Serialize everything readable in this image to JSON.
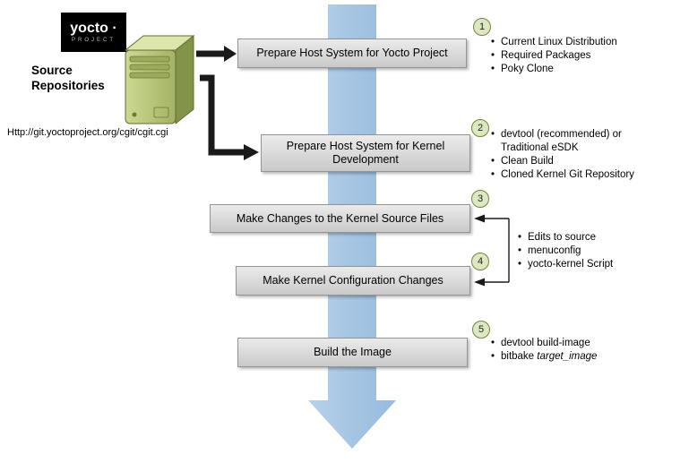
{
  "logo": {
    "brand": "yocto ·",
    "sub": "PROJECT"
  },
  "source": {
    "title": "Source Repositories",
    "url": "Http://git.yoctoproject.org/cgit/cgit.cgi"
  },
  "steps": [
    {
      "num": "1",
      "label": "Prepare Host System for Yocto Project",
      "bullets": [
        "Current Linux Distribution",
        "Required Packages",
        "Poky Clone"
      ]
    },
    {
      "num": "2",
      "label": "Prepare Host System for Kernel Development",
      "bullets": [
        "devtool (recommended) or Traditional eSDK",
        "Clean Build",
        "Cloned Kernel Git Repository"
      ]
    },
    {
      "num": "3",
      "label": "Make Changes to the Kernel Source Files"
    },
    {
      "num": "4",
      "label": "Make Kernel Configuration Changes"
    },
    {
      "num": "5",
      "label": "Build the Image"
    }
  ],
  "shared_bullets": [
    "Edits to source",
    "menuconfig",
    "yocto-kernel Script"
  ],
  "step5_bullets": {
    "first": "devtool build-image",
    "bitbake_prefix": "bitbake ",
    "bitbake_arg": "target_image"
  },
  "colors": {
    "flow_arrow_blue": "#a6c5e4",
    "step_box_gray": "#d9d9d9",
    "badge_green_fill": "#dde7c2",
    "badge_green_border": "#74843e",
    "server_green": "#b2c074",
    "logo_background": "#000000",
    "connector_black": "#1a1a1a"
  }
}
